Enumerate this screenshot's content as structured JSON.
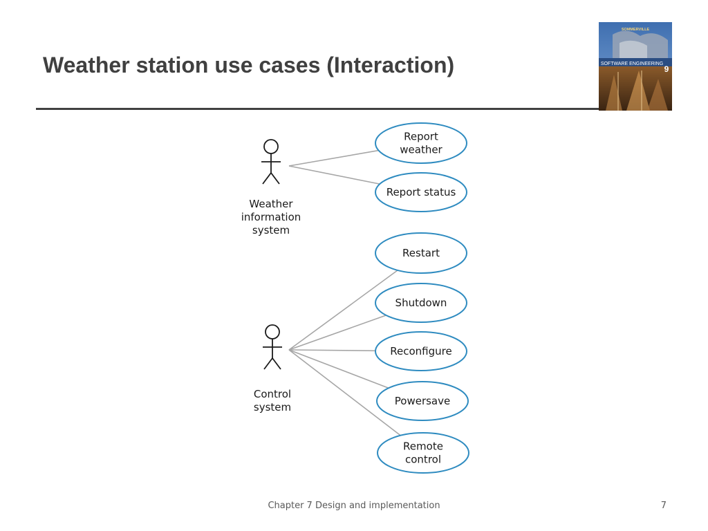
{
  "slide": {
    "title": "Weather station use cases (Interaction)",
    "footer": "Chapter 7 Design and implementation",
    "page_number": "7"
  },
  "book_cover": {
    "publisher_text": "SOMMERVILLE",
    "title_text": "SOFTWARE ENGINEERING",
    "edition": "9"
  },
  "diagram": {
    "actors": [
      {
        "id": "weather-info",
        "label_lines": [
          "Weather",
          "information",
          "system"
        ]
      },
      {
        "id": "control",
        "label_lines": [
          "Control",
          "system"
        ]
      }
    ],
    "use_cases": [
      {
        "id": "report-weather",
        "label_lines": [
          "Report",
          "weather"
        ],
        "actor": "weather-info"
      },
      {
        "id": "report-status",
        "label_lines": [
          "Report status"
        ],
        "actor": "weather-info"
      },
      {
        "id": "restart",
        "label_lines": [
          "Restart"
        ],
        "actor": "control"
      },
      {
        "id": "shutdown",
        "label_lines": [
          "Shutdown"
        ],
        "actor": "control"
      },
      {
        "id": "reconfigure",
        "label_lines": [
          "Reconfigure"
        ],
        "actor": "control"
      },
      {
        "id": "powersave",
        "label_lines": [
          "Powersave"
        ],
        "actor": "control"
      },
      {
        "id": "remote-control",
        "label_lines": [
          "Remote",
          "control"
        ],
        "actor": "control"
      }
    ],
    "colors": {
      "use_case_border": "#2e8bc0",
      "association_line": "#a6a6a6",
      "actor_stroke": "#1a1a1a"
    }
  }
}
